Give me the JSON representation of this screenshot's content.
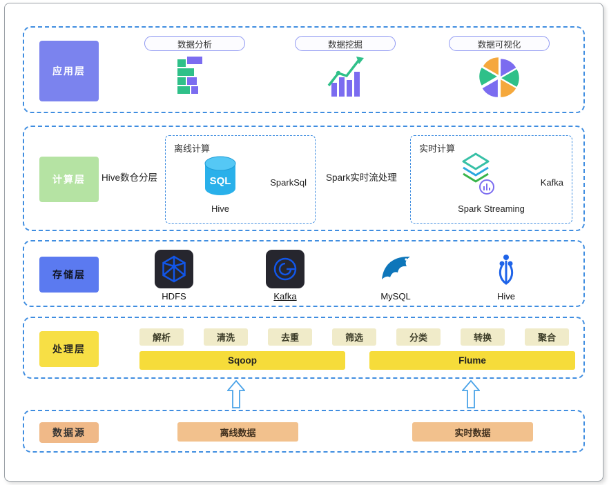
{
  "app_layer": {
    "label": "应用层",
    "items": [
      {
        "label": "数据分析",
        "icon": "bar-chart-icon"
      },
      {
        "label": "数据挖掘",
        "icon": "mining-chart-icon"
      },
      {
        "label": "数据可视化",
        "icon": "pie-chart-icon"
      }
    ]
  },
  "compute_layer": {
    "label": "计算层",
    "left_text": "Hive数仓分层",
    "offline_box": {
      "title": "离线计算",
      "icon": "sql-database-icon",
      "icon_text": "SQL",
      "icon_label": "Hive",
      "right_text": "SparkSql"
    },
    "mid_text": "Spark实时流处理",
    "realtime_box": {
      "title": "实时计算",
      "icon": "spark-layers-icon",
      "icon_label": "Spark Streaming",
      "right_text": "Kafka"
    }
  },
  "storage_layer": {
    "label": "存储层",
    "items": [
      {
        "label": "HDFS",
        "icon": "hdfs-icon"
      },
      {
        "label": "Kafka",
        "icon": "kafka-icon"
      },
      {
        "label": "MySQL",
        "icon": "mysql-dolphin-icon"
      },
      {
        "label": "Hive",
        "icon": "hive-icon"
      }
    ]
  },
  "process_layer": {
    "label": "处理层",
    "tags": [
      {
        "label": "解析"
      },
      {
        "label": "清洗"
      },
      {
        "label": "去重"
      },
      {
        "label": "筛选"
      },
      {
        "label": "分类"
      },
      {
        "label": "转换"
      },
      {
        "label": "聚合"
      }
    ],
    "bars": [
      {
        "label": "Sqoop"
      },
      {
        "label": "Flume"
      }
    ]
  },
  "source_layer": {
    "label": "数据源",
    "items": [
      {
        "label": "离线数据"
      },
      {
        "label": "实时数据"
      }
    ]
  },
  "colors": {
    "dashed_border": "#3f8de0",
    "app_label_bg": "#7b83ee",
    "compute_label_bg": "#b5e3a3",
    "storage_label_bg": "#5b7af0",
    "process_label_bg": "#f7df45",
    "source_label_bg": "#f0b988",
    "tag_bg": "#f0ebc9",
    "tool_bar_bg": "#f6dc3a",
    "source_bar_bg": "#f2c18d",
    "chart_green": "#2fc089",
    "chart_purple": "#7b6cf0",
    "chart_orange": "#f5a83c"
  }
}
